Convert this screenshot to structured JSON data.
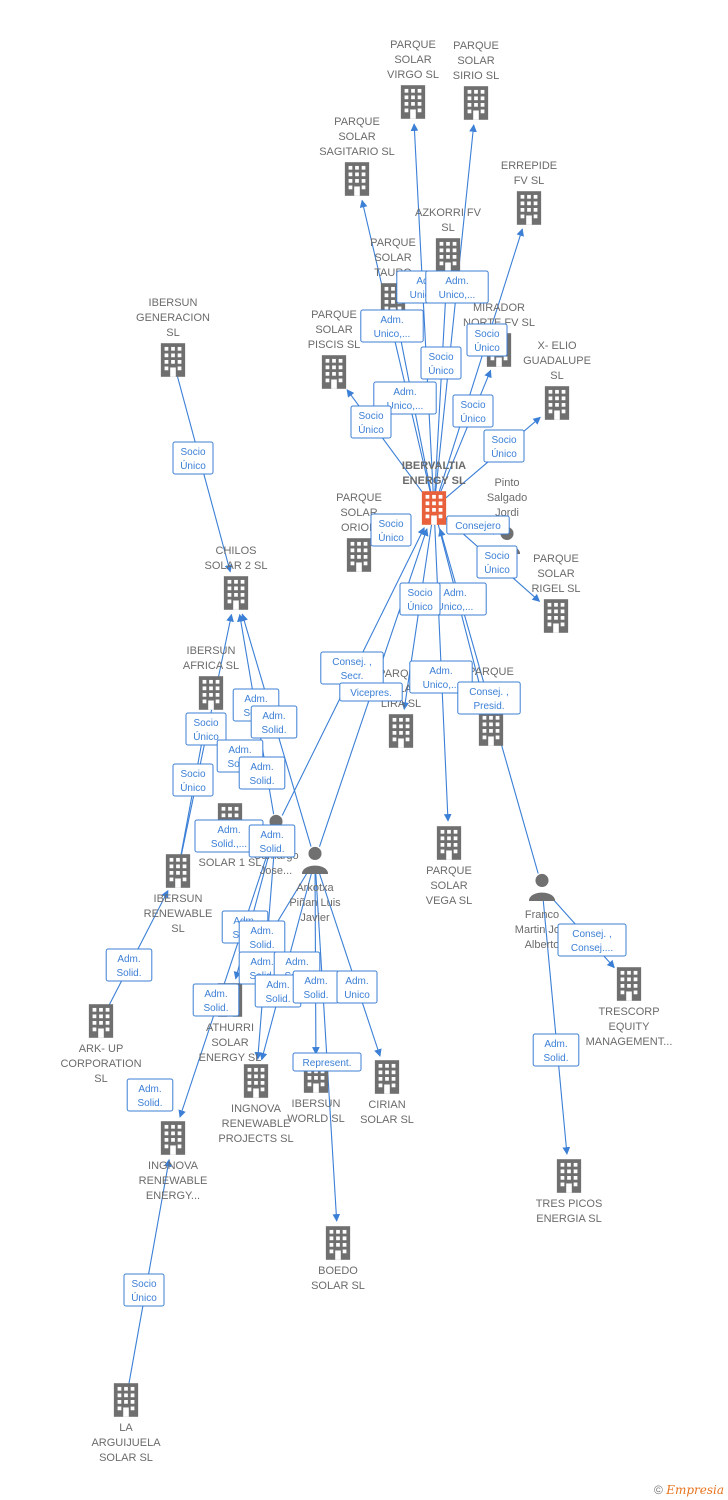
{
  "colors": {
    "edge": "#3b7fd6",
    "company": "#6f6f6f",
    "main": "#e8603c",
    "person": "#707070"
  },
  "footer": {
    "copyright": "©",
    "brand": "Empresia"
  },
  "nodes": [
    {
      "id": "virgo",
      "type": "company",
      "label": [
        "PARQUE",
        "SOLAR",
        "VIRGO  SL"
      ]
    },
    {
      "id": "sirio",
      "type": "company",
      "label": [
        "PARQUE",
        "SOLAR",
        "SIRIO  SL"
      ]
    },
    {
      "id": "sagitario",
      "type": "company",
      "label": [
        "PARQUE",
        "SOLAR",
        "SAGITARIO  SL"
      ]
    },
    {
      "id": "errepide",
      "type": "company",
      "label": [
        "ERREPIDE",
        "FV  SL"
      ]
    },
    {
      "id": "azkorri",
      "type": "company",
      "label": [
        "AZKORRI  FV",
        "SL"
      ]
    },
    {
      "id": "tauro",
      "type": "company",
      "label": [
        "PARQUE",
        "SOLAR",
        "TAURO"
      ]
    },
    {
      "id": "mirador",
      "type": "company",
      "label": [
        "MIRADOR",
        "NORTE FV  SL"
      ]
    },
    {
      "id": "piscis",
      "type": "company",
      "label": [
        "PARQUE",
        "SOLAR",
        "PISCIS  SL"
      ]
    },
    {
      "id": "xelio",
      "type": "company",
      "label": [
        "X- ELIO",
        "GUADALUPE",
        "SL"
      ]
    },
    {
      "id": "ibervaltia",
      "type": "main",
      "label": [
        "IBERVALTIA",
        "ENERGY  SL"
      ]
    },
    {
      "id": "pinto",
      "type": "person",
      "label": [
        "Pinto",
        "Salgado",
        "Jordi"
      ]
    },
    {
      "id": "orion",
      "type": "company",
      "label": [
        "PARQUE",
        "SOLAR",
        "ORION"
      ]
    },
    {
      "id": "rigel",
      "type": "company",
      "label": [
        "PARQUE",
        "SOLAR",
        "RIGEL  SL"
      ]
    },
    {
      "id": "ibersungen",
      "type": "company",
      "label": [
        "IBERSUN",
        "GENERACION",
        "SL"
      ]
    },
    {
      "id": "chilos",
      "type": "company",
      "label": [
        "CHILOS",
        "SOLAR 2  SL"
      ]
    },
    {
      "id": "ibersunafrica",
      "type": "company",
      "label": [
        "IBERSUN",
        "AFRICA  SL"
      ]
    },
    {
      "id": "lira",
      "type": "company",
      "label": [
        "PARQUE",
        "SOLAR",
        "LIRA  SL"
      ]
    },
    {
      "id": "parque2",
      "type": "company",
      "label": [
        "PARQUE",
        "SOLAR",
        "SL"
      ]
    },
    {
      "id": "carnero",
      "type": "company",
      "label": [
        "CARNERO",
        "SOLAR 1  SL"
      ]
    },
    {
      "id": "camargo",
      "type": "person",
      "label": [
        "Camargo",
        "Jose..."
      ]
    },
    {
      "id": "arkotxa",
      "type": "person",
      "label": [
        "Arkotxa",
        "Piñan Luis",
        "Javier"
      ]
    },
    {
      "id": "vega",
      "type": "company",
      "label": [
        "PARQUE",
        "SOLAR",
        "VEGA  SL"
      ]
    },
    {
      "id": "franco",
      "type": "person",
      "label": [
        "Franco",
        "Martin Jo...",
        "Alberto"
      ]
    },
    {
      "id": "ibersunrenew",
      "type": "company",
      "label": [
        "IBERSUN",
        "RENEWABLE",
        "SL"
      ]
    },
    {
      "id": "trescorp",
      "type": "company",
      "label": [
        "TRESCORP",
        "EQUITY",
        "MANAGEMENT..."
      ]
    },
    {
      "id": "arkup",
      "type": "company",
      "label": [
        "ARK- UP",
        "CORPORATION",
        "SL"
      ]
    },
    {
      "id": "athurri",
      "type": "company",
      "label": [
        "ATHURRI",
        "SOLAR",
        "ENERGY  SL"
      ]
    },
    {
      "id": "ingnovaproj",
      "type": "company",
      "label": [
        "INGNOVA",
        "RENEWABLE",
        "PROJECTS  SL"
      ]
    },
    {
      "id": "ibersunworld",
      "type": "company",
      "label": [
        "IBERSUN",
        "WORLD  SL"
      ]
    },
    {
      "id": "cirian",
      "type": "company",
      "label": [
        "CIRIAN",
        "SOLAR  SL"
      ]
    },
    {
      "id": "ingnovaenergy",
      "type": "company",
      "label": [
        "INGNOVA",
        "RENEWABLE",
        "ENERGY..."
      ]
    },
    {
      "id": "trespicos",
      "type": "company",
      "label": [
        "TRES PICOS",
        "ENERGIA  SL"
      ]
    },
    {
      "id": "boedo",
      "type": "company",
      "label": [
        "BOEDO",
        "SOLAR  SL"
      ]
    },
    {
      "id": "arguijuela",
      "type": "company",
      "label": [
        "LA",
        "ARGUIJUELA",
        "SOLAR  SL"
      ]
    }
  ],
  "edges": [
    {
      "from": "ibervaltia",
      "to": "virgo"
    },
    {
      "from": "ibervaltia",
      "to": "sirio"
    },
    {
      "from": "ibervaltia",
      "to": "sagitario"
    },
    {
      "from": "ibervaltia",
      "to": "errepide"
    },
    {
      "from": "ibervaltia",
      "to": "azkorri"
    },
    {
      "from": "ibervaltia",
      "to": "tauro"
    },
    {
      "from": "ibervaltia",
      "to": "mirador"
    },
    {
      "from": "ibervaltia",
      "to": "piscis"
    },
    {
      "from": "ibervaltia",
      "to": "xelio"
    },
    {
      "from": "ibervaltia",
      "to": "rigel"
    },
    {
      "from": "ibervaltia",
      "to": "vega"
    },
    {
      "from": "ibervaltia",
      "to": "lira"
    },
    {
      "from": "ibervaltia",
      "to": "parque2"
    },
    {
      "from": "pinto",
      "to": "ibervaltia"
    },
    {
      "from": "camargo",
      "to": "ibervaltia"
    },
    {
      "from": "arkotxa",
      "to": "ibervaltia"
    },
    {
      "from": "franco",
      "to": "ibervaltia"
    },
    {
      "from": "ibersungen",
      "to": "chilos"
    },
    {
      "from": "camargo",
      "to": "chilos"
    },
    {
      "from": "arkotxa",
      "to": "chilos"
    },
    {
      "from": "ibersunrenew",
      "to": "chilos"
    },
    {
      "from": "ibersunrenew",
      "to": "ibersunafrica"
    },
    {
      "from": "arkup",
      "to": "ibersunrenew"
    },
    {
      "from": "camargo",
      "to": "carnero"
    },
    {
      "from": "camargo",
      "to": "athurri"
    },
    {
      "from": "arkotxa",
      "to": "athurri"
    },
    {
      "from": "camargo",
      "to": "ingnovaproj"
    },
    {
      "from": "arkotxa",
      "to": "ingnovaproj"
    },
    {
      "from": "arkotxa",
      "to": "ibersunworld"
    },
    {
      "from": "arkotxa",
      "to": "cirian"
    },
    {
      "from": "arkotxa",
      "to": "boedo"
    },
    {
      "from": "camargo",
      "to": "ingnovaenergy"
    },
    {
      "from": "arguijuela",
      "to": "ingnovaenergy"
    },
    {
      "from": "franco",
      "to": "trescorp"
    },
    {
      "from": "franco",
      "to": "trespicos"
    }
  ],
  "edge_labels": [
    [
      "Adm.",
      "Unico,..."
    ],
    [
      "Adm.",
      "Unico,..."
    ],
    [
      "Socio",
      "Único"
    ],
    [
      "Adm.",
      "Unico,..."
    ],
    [
      "Socio",
      "Único"
    ],
    [
      "Adm.",
      "Unico,..."
    ],
    [
      "Socio",
      "Único"
    ],
    [
      "Socio",
      "Único"
    ],
    [
      "Socio",
      "Único"
    ],
    [
      "Socio",
      "Único"
    ],
    [
      "Consejero"
    ],
    [
      "Socio",
      "Único"
    ],
    [
      "Socio",
      "Único"
    ],
    [
      "Adm.",
      "Unico,..."
    ],
    [
      "Socio",
      "Único"
    ],
    [
      "Consej. ,",
      "Secr."
    ],
    [
      "Vicepres."
    ],
    [
      "Adm.",
      "Unico,..."
    ],
    [
      "Consej. ,",
      "Presid."
    ],
    [
      "Adm.",
      "Solid."
    ],
    [
      "Adm.",
      "Solid."
    ],
    [
      "Socio",
      "Único"
    ],
    [
      "Adm.",
      "Solid."
    ],
    [
      "Adm.",
      "Solid."
    ],
    [
      "Socio",
      "Único"
    ],
    [
      "Adm.",
      "Solid.,..."
    ],
    [
      "Adm.",
      "Solid."
    ],
    [
      "Consej. ,",
      "Consej...."
    ],
    [
      "Adm.",
      "Solid."
    ],
    [
      "Adm.",
      "Solid."
    ],
    [
      "Adm.",
      "Solid."
    ],
    [
      "Adm.",
      "Solid."
    ],
    [
      "Adm.",
      "Solid."
    ],
    [
      "Adm.",
      "Solid."
    ],
    [
      "Adm.",
      "Unico"
    ],
    [
      "Adm.",
      "Solid."
    ],
    [
      "Adm.",
      "Solid."
    ],
    [
      "Represent."
    ],
    [
      "Adm.",
      "Solid."
    ],
    [
      "Adm.",
      "Solid."
    ],
    [
      "Socio",
      "Único"
    ]
  ]
}
